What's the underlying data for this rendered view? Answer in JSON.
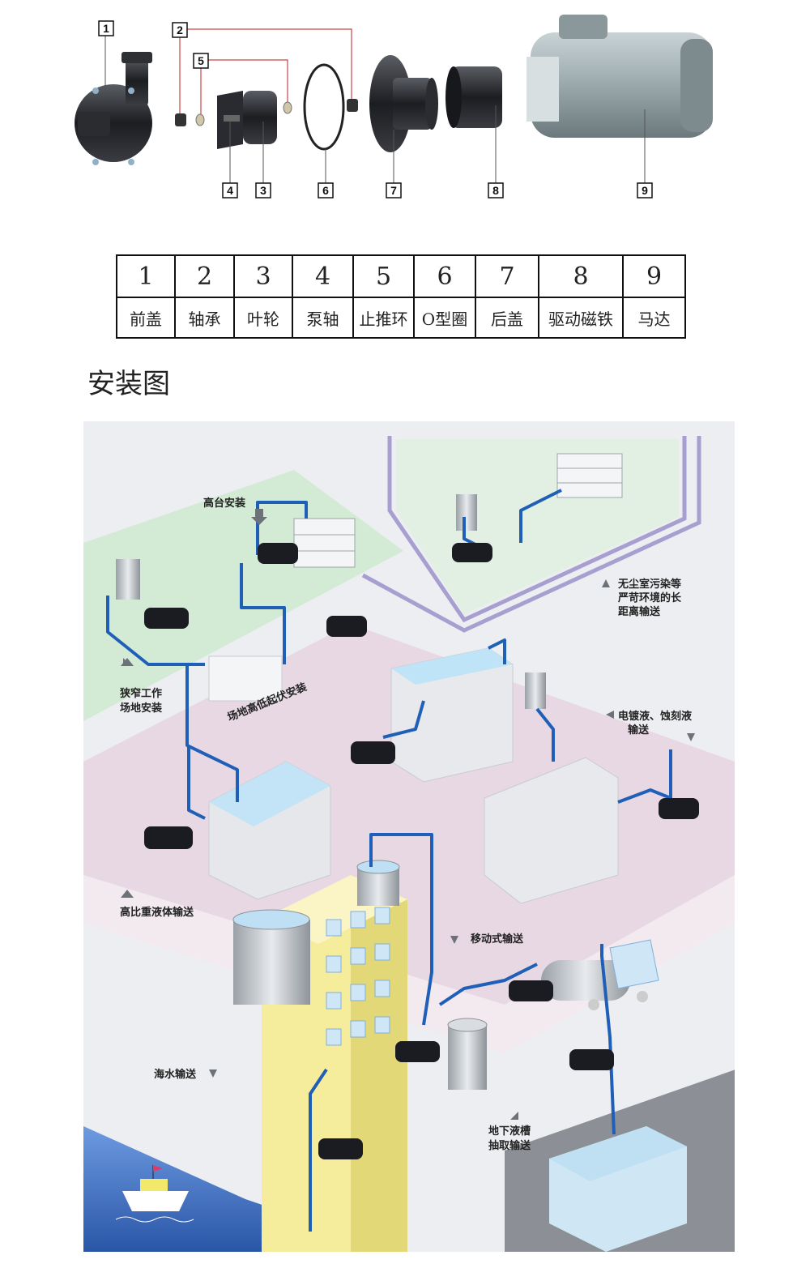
{
  "parts": [
    {
      "num": "1",
      "name": "前盖"
    },
    {
      "num": "2",
      "name": "轴承"
    },
    {
      "num": "3",
      "name": "叶轮"
    },
    {
      "num": "4",
      "name": "泵轴"
    },
    {
      "num": "5",
      "name": "止推环"
    },
    {
      "num": "6",
      "name": "O型圈"
    },
    {
      "num": "7",
      "name": "后盖"
    },
    {
      "num": "8",
      "name": "驱动磁铁"
    },
    {
      "num": "9",
      "name": "马达"
    }
  ],
  "section_title": "安装图",
  "install_labels": {
    "high_platform": "高台安装",
    "narrow_line1": "狭窄工作",
    "narrow_line2": "场地安装",
    "uneven_site": "场地高低起伏安装",
    "clean_line1": "无尘室污染等",
    "clean_line2": "严苛环境的长",
    "clean_line3": "距离输送",
    "plating_line1": "电镀液、蚀刻液",
    "plating_line2": "输送",
    "heavy_liquid": "高比重液体输送",
    "mobile": "移动式输送",
    "seawater": "海水输送",
    "underground_line1": "地下液槽",
    "underground_line2": "抽取输送"
  },
  "colors": {
    "pipe": "#1f5fb8",
    "pump": "#1a1c22",
    "green_zone": "#d8efd9",
    "pink_zone": "#ecdde7",
    "sea": "#3f6fc2"
  }
}
